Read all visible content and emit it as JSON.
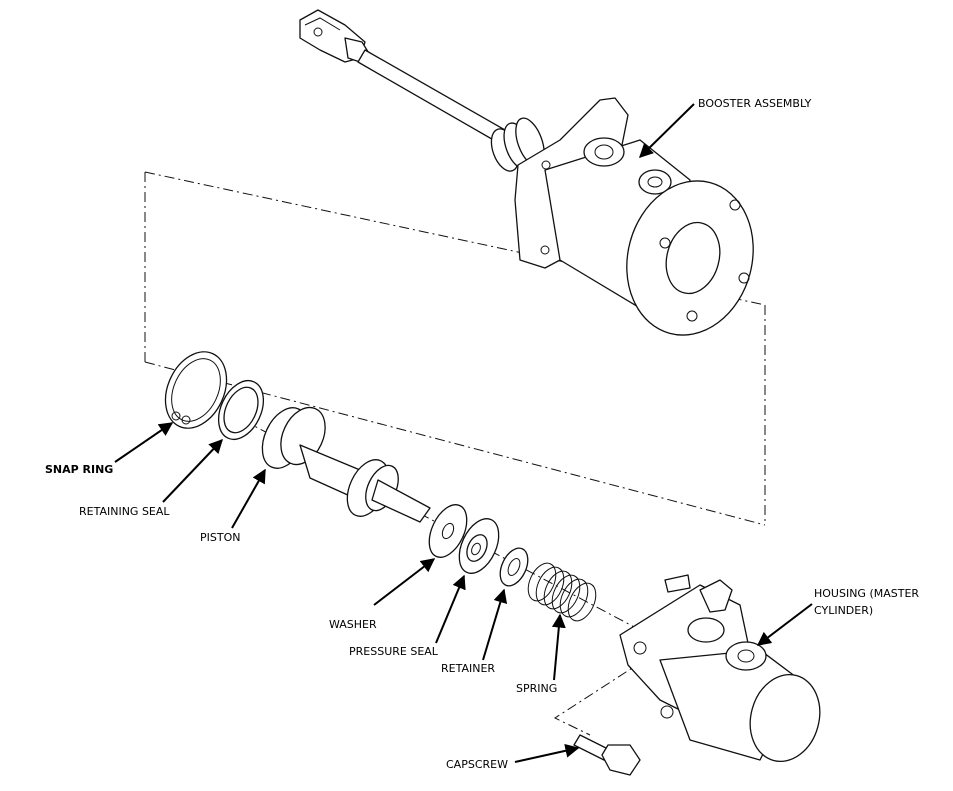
{
  "labels": {
    "booster_assembly": "BOOSTER ASSEMBLY",
    "snap_ring": "SNAP RING",
    "retaining_seal": "RETAINING SEAL",
    "piston": "PISTON",
    "washer": "WASHER",
    "pressure_seal": "PRESSURE SEAL",
    "retainer": "RETAINER",
    "spring": "SPRING",
    "housing_line1": "HOUSING (MASTER",
    "housing_line2": "CYLINDER)",
    "capscrew": "CAPSCREW"
  },
  "colors": {
    "ink": "#111111",
    "paper": "#ffffff"
  }
}
